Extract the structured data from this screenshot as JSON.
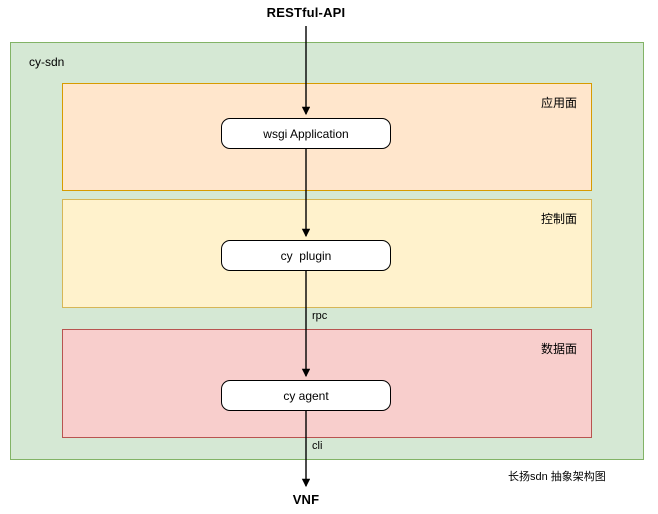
{
  "diagram": {
    "caption": "长扬sdn 抽象架构图",
    "entry": {
      "top_label": "RESTful-API",
      "bottom_label": "VNF"
    },
    "container": {
      "label": "cy-sdn",
      "fill": "#d5e8d4",
      "stroke": "#82b366"
    },
    "planes": [
      {
        "id": "application-plane",
        "title": "应用面",
        "fill": "#ffe6cc",
        "stroke": "#d79b00",
        "node": "wsgi Application"
      },
      {
        "id": "control-plane",
        "title": "控制面",
        "fill": "#fff2cc",
        "stroke": "#d6b656",
        "node": "cy  plugin"
      },
      {
        "id": "data-plane",
        "title": "数据面",
        "fill": "#f8cecc",
        "stroke": "#b85450",
        "node": "cy agent"
      }
    ],
    "edges": [
      {
        "id": "edge-api-to-wsgi",
        "label": ""
      },
      {
        "id": "edge-wsgi-to-plugin",
        "label": ""
      },
      {
        "id": "edge-plugin-to-agent",
        "label": "rpc"
      },
      {
        "id": "edge-agent-to-vnf",
        "label": "cli"
      }
    ]
  }
}
